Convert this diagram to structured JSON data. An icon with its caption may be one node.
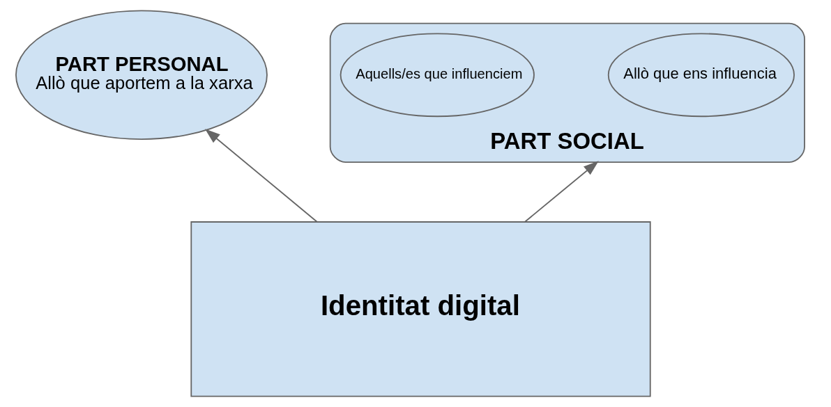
{
  "diagram": {
    "nodes": [
      {
        "text": [
          "PART PERSONAL",
          "Allò que aportem a la xarxa"
        ]
      },
      {
        "text": [
          "PART SOCIAL"
        ]
      },
      {
        "text": [
          "Allò que ens influencia"
        ],
        "in": 1
      },
      {
        "text": [
          "Aquells/es que influenciem"
        ],
        "in": 1
      },
      {
        "text": [
          "Identitat digital"
        ]
      }
    ],
    "edges": [
      {
        "from": 4,
        "to": 0,
        "arrow": "to"
      },
      {
        "from": 4,
        "to": 1,
        "arrow": "to"
      }
    ]
  }
}
